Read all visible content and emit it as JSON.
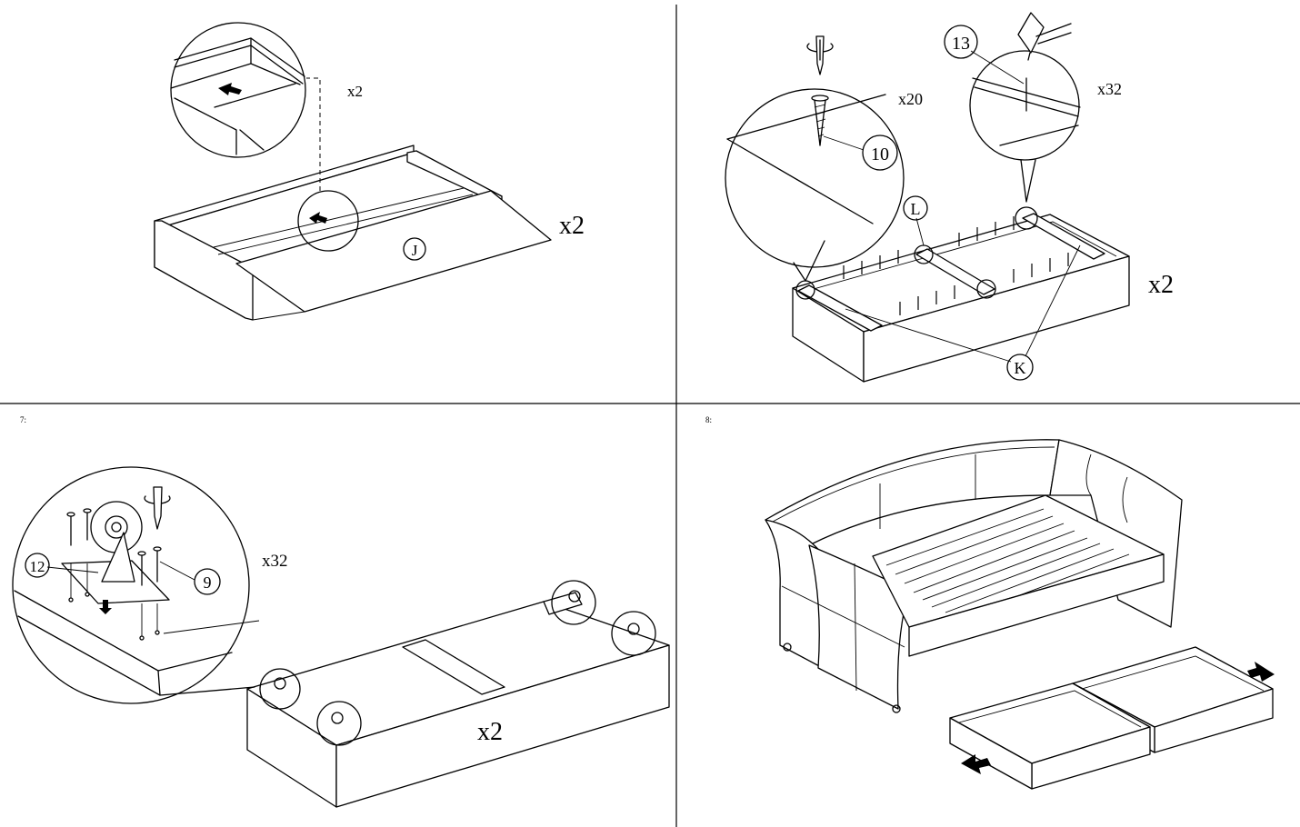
{
  "panel_tl": {
    "drawer_label": "J",
    "qty_top": "x2",
    "qty_main": "x2"
  },
  "panel_tr": {
    "screw_label": "10",
    "screw_qty": "x20",
    "nail_label": "13",
    "nail_qty": "x32",
    "slat_label": "L",
    "side_label": "K",
    "qty_main": "x2"
  },
  "panel_bl": {
    "step": "7:",
    "bracket_label": "12",
    "screw_label": "9",
    "screw_qty": "x32",
    "qty_main": "x2"
  },
  "panel_br": {
    "step": "8:"
  }
}
